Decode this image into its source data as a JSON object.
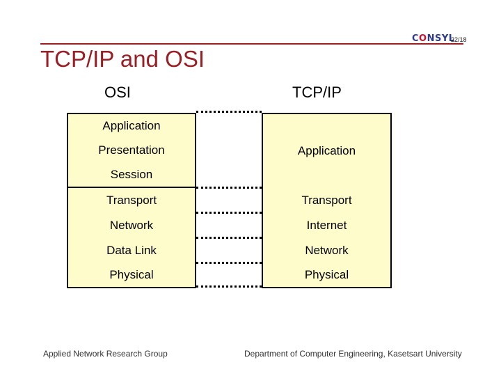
{
  "header": {
    "logo": {
      "part1": "C",
      "part2": "O",
      "part3": "NSYL"
    },
    "slide_number": "22/18",
    "title": "TCP/IP and OSI"
  },
  "columns": {
    "osi": "OSI",
    "tcpip": "TCP/IP"
  },
  "osi_layers": [
    "Application",
    "Presentation",
    "Session",
    "Transport",
    "Network",
    "Data Link",
    "Physical"
  ],
  "tcpip_layers": [
    "Application",
    "Transport",
    "Internet",
    "Network",
    "Physical"
  ],
  "footer": {
    "left": "Applied Network Research Group",
    "right": "Department of Computer Engineering, Kasetsart University"
  },
  "colors": {
    "title": "#9a1f24",
    "box_fill": "#fffccc",
    "logo_blue": "#2e3a8c",
    "logo_red": "#c8102e"
  }
}
